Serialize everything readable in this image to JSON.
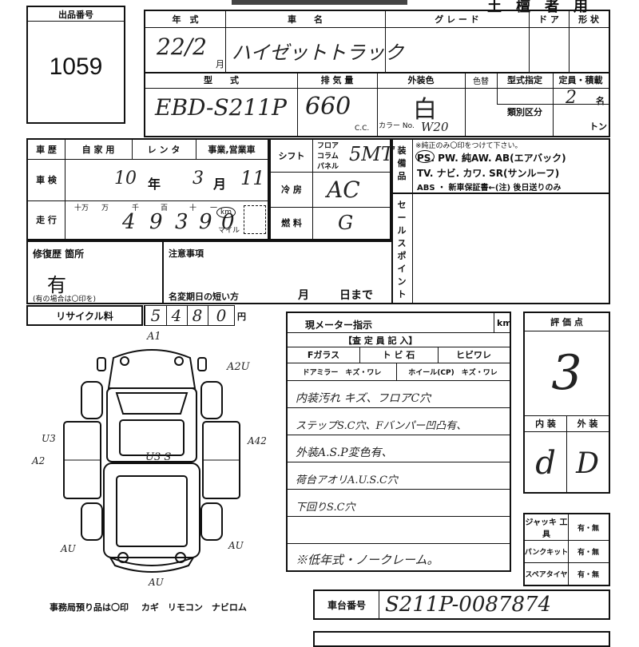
{
  "header": {
    "lot_label": "出品番号",
    "lot_number": "1059",
    "top_right": "土　檀　者　用"
  },
  "vehicle": {
    "year_label": "年　式",
    "year_value": "22/2",
    "month_unit": "月",
    "name_label": "車　　名",
    "name_value": "ハイゼットトラック",
    "grade_label": "グ レ ー ド",
    "door_label": "ド ア",
    "shape_label": "形 状",
    "model_label": "型　　式",
    "model_value": "EBD-S211P",
    "displacement_label": "排 気 量",
    "displacement_value": "660",
    "cc_unit": "C.C.",
    "exterior_color_label": "外装色",
    "exterior_color_value": "白",
    "color_change_label": "色替",
    "color_no_label": "カラー No.",
    "color_no_value": "W20",
    "designation_label": "型式指定",
    "category_label": "類別区分",
    "capacity_label": "定員・積載",
    "capacity_value": "2",
    "capacity_unit": "名",
    "load_unit": "トン"
  },
  "history": {
    "history_label": "車 歴",
    "private_label": "自 家 用",
    "rental_label": "レ ン タ",
    "business_label": "事業,営業車",
    "inspection_label": "車 検",
    "inspection_year": "10",
    "year_unit": "年",
    "inspection_month": "3",
    "month_unit": "月",
    "inspection_day": "11",
    "mileage_label": "走 行",
    "mileage_places": [
      "十万",
      "万",
      "千",
      "百",
      "十",
      "一"
    ],
    "mileage_digits": [
      "4",
      "9",
      "3",
      "9",
      "0"
    ],
    "km_label": "km",
    "mile_label": "マイル",
    "shift_label": "シフト",
    "shift_options": [
      "フロア",
      "コラム",
      "パネル"
    ],
    "shift_value": "5MT",
    "ac_label": "冷 房",
    "ac_value": "AC",
    "fuel_label": "燃 料",
    "fuel_value": "G"
  },
  "equipment": {
    "label": "装備品",
    "note": "※純正のみ〇印をつけて下さい。",
    "line1": "PS. PW. 純AW. AB(エアバック)",
    "line2": "TV. ナビ. カワ. SR(サンルーフ)",
    "line3": "ABS ・ 新車保証書←(注) 後日送りのみ"
  },
  "sales_point": {
    "label": "セールスポイント"
  },
  "repair": {
    "label": "修復歴 箇所",
    "value": "有",
    "note": "(有の場合は〇印を)",
    "remarks_label": "注意事項",
    "rename_label": "名変期日の短い方",
    "month": "月",
    "day_until": "日まで"
  },
  "recycle": {
    "label": "リサイクル料",
    "digits": [
      "5",
      "4",
      "8",
      "0"
    ],
    "unit": "円"
  },
  "meter": {
    "label": "現メーター指示",
    "unit": "km"
  },
  "inspector": {
    "title": "【査 定 員 記 入】",
    "glass": "Fガラス",
    "chip": "ト ビ 石",
    "crack": "ヒビワレ",
    "mirror": "ドアミラー　キズ・ワレ",
    "wheel": "ホイール(CP)　キズ・ワレ",
    "notes": [
      "内装汚れ キズ、フロアC穴",
      "ステップS.C穴、Fバンパー凹凸有、",
      "外装A.S.P変色有、",
      "荷台アオリA.U.S.C穴",
      "下回りS.C穴",
      "",
      "※低年式・ノークレーム。"
    ]
  },
  "diagram": {
    "marks": [
      "A1",
      "A2U",
      "U3",
      "A2",
      "A42",
      "U3 S",
      "AU",
      "AU",
      "AU"
    ]
  },
  "grade": {
    "label": "評 価 点",
    "value": "3",
    "interior_label": "内 装",
    "exterior_label": "外 装",
    "interior_value": "d",
    "exterior_value": "D"
  },
  "tools": {
    "jack_label": "ジャッキ 工 具",
    "puncture_label": "パンクキット",
    "spare_label": "スペアタイヤ",
    "options": "有・無"
  },
  "office": {
    "label": "事務局預り品は〇印",
    "items": "カギ　リモコン　ナビロム"
  },
  "chassis": {
    "label": "車台番号",
    "value": "S211P-0087874"
  }
}
